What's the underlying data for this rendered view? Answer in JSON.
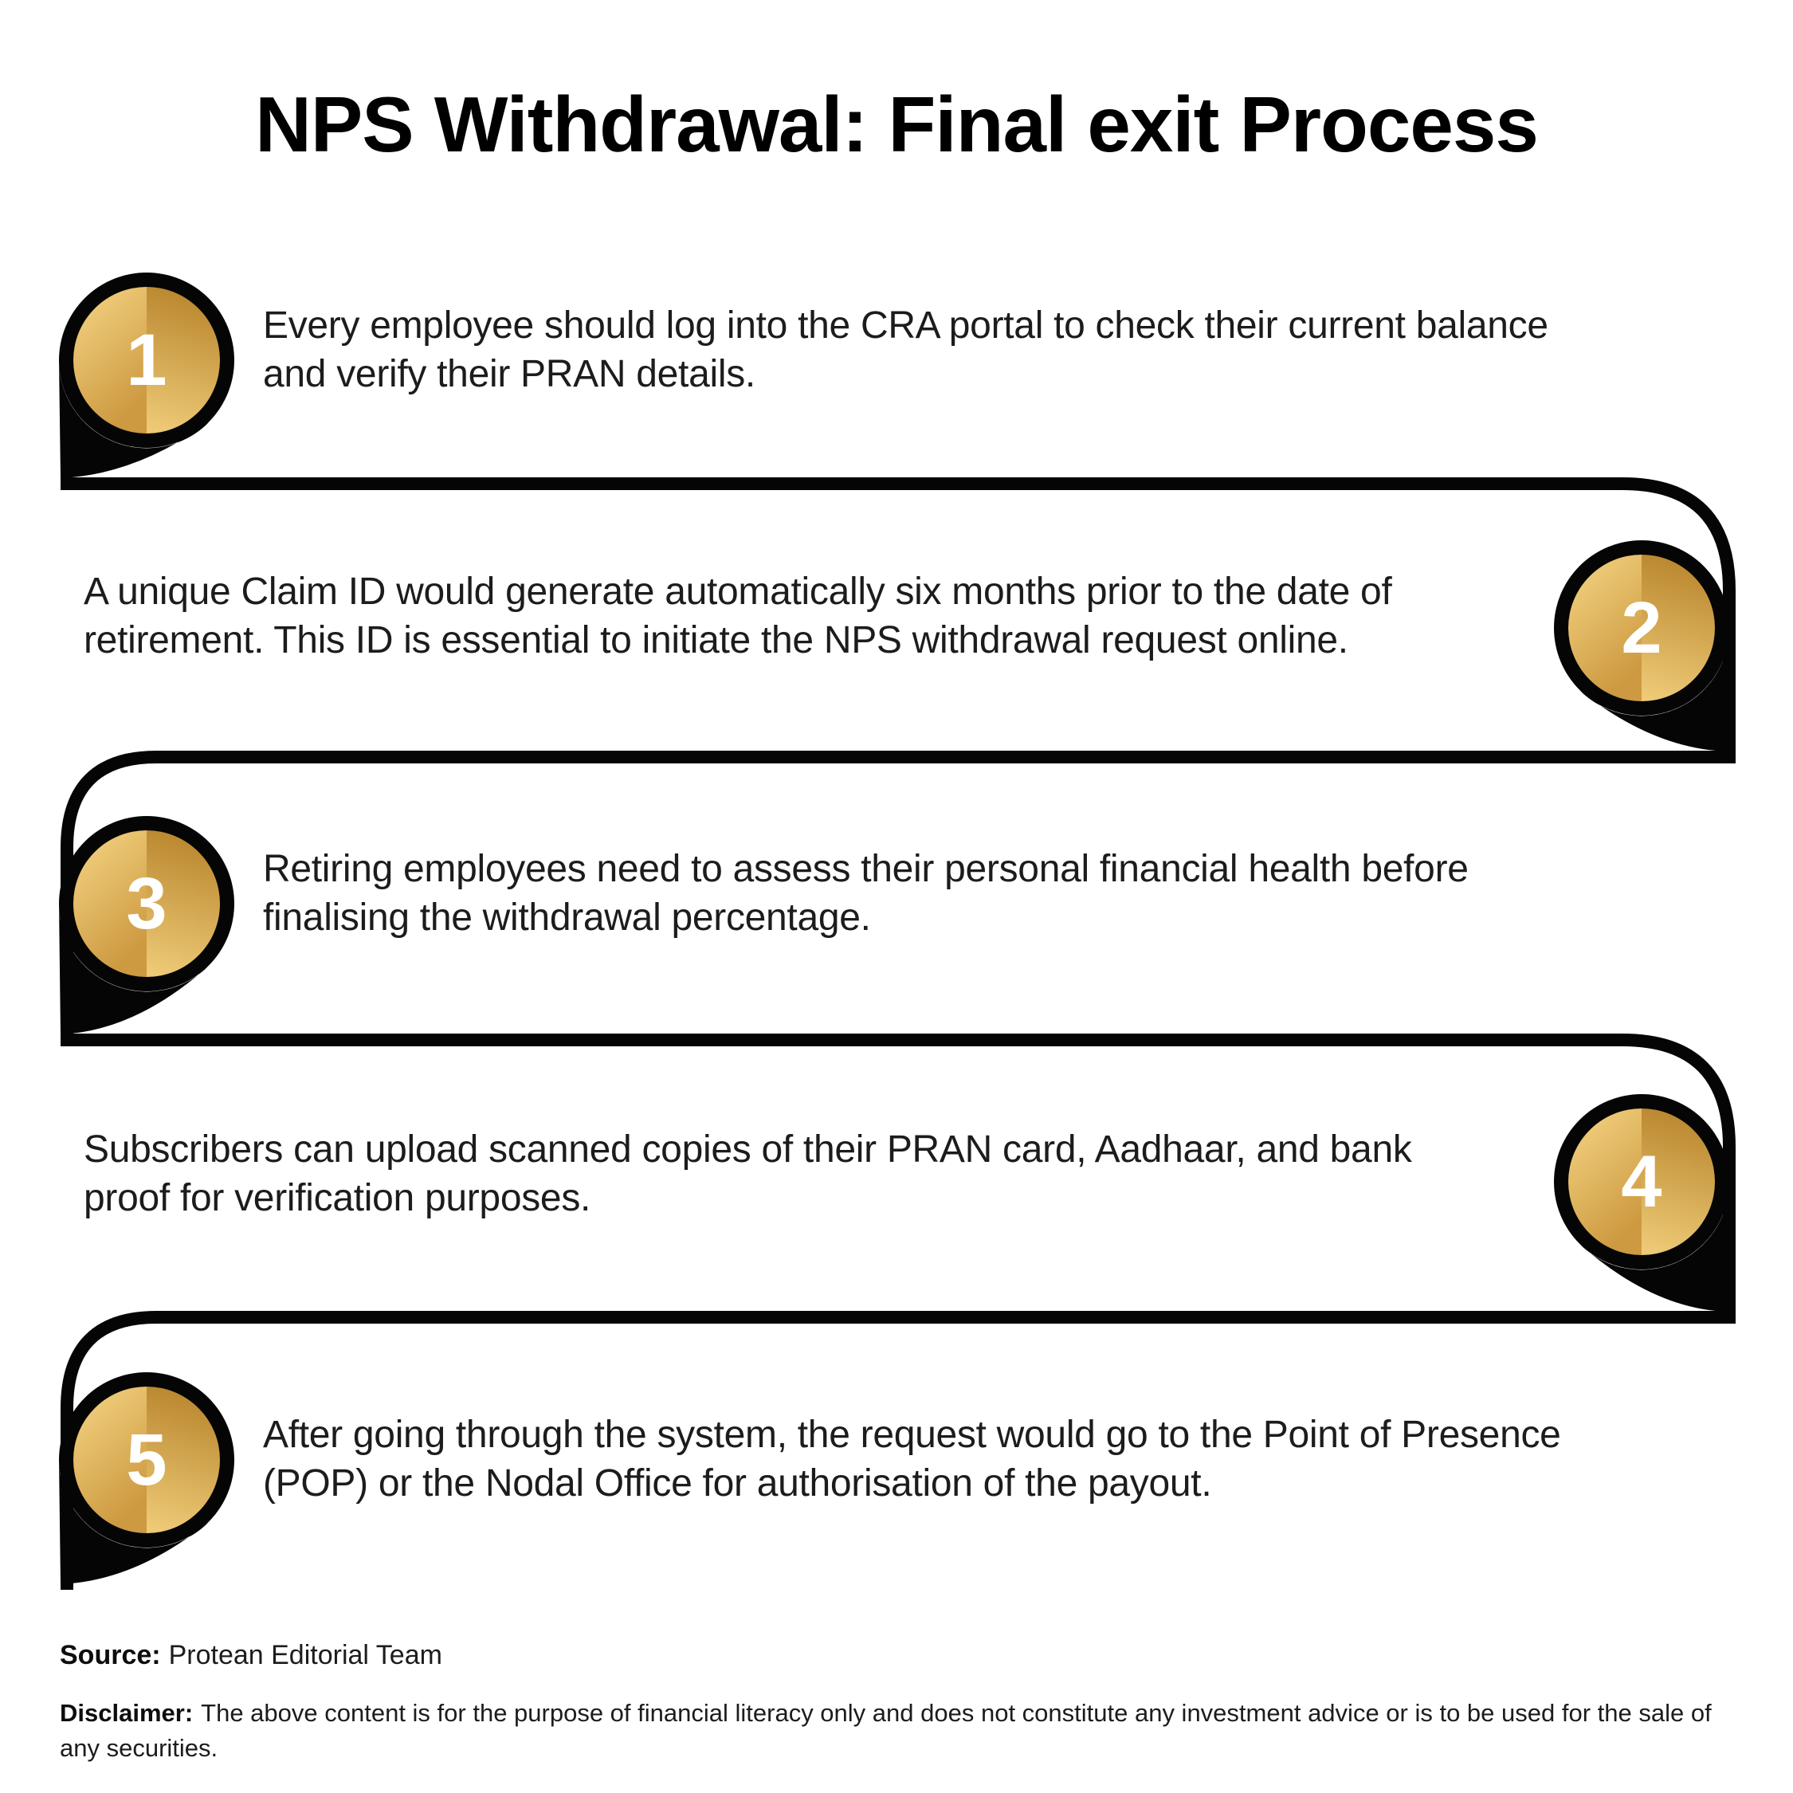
{
  "title": "NPS Withdrawal: Final exit Process",
  "steps": [
    {
      "number": "1",
      "lines": [
        "Every employee should log into the CRA portal to check their current balance",
        "and verify their PRAN details."
      ]
    },
    {
      "number": "2",
      "lines": [
        "A unique Claim ID would generate automatically six months prior to the date of",
        "retirement. This ID is essential to initiate the NPS withdrawal request online."
      ]
    },
    {
      "number": "3",
      "lines": [
        "Retiring employees need to assess their personal financial health before",
        "finalising the withdrawal percentage."
      ]
    },
    {
      "number": "4",
      "lines": [
        "Subscribers can upload scanned copies of their PRAN card, Aadhaar, and bank",
        "proof for verification purposes."
      ]
    },
    {
      "number": "5",
      "lines": [
        "After going through the system, the request would go to the Point of Presence",
        "(POP) or the Nodal Office for authorisation of the payout."
      ]
    }
  ],
  "footer": {
    "source_label": "Source:",
    "source_text": "Protean Editorial Team",
    "disclaimer_label": "Disclaimer:",
    "disclaimer_text": "The above content is for the purpose of financial literacy only and does not constitute any investment advice or is to be used for the sale of any securities."
  },
  "colors": {
    "background": "#ffffff",
    "ink": "#050505",
    "gold_light": "#f6d685",
    "gold_mid": "#cd9a41",
    "gold_dark": "#b9862e",
    "number_text": "#ffffff"
  }
}
